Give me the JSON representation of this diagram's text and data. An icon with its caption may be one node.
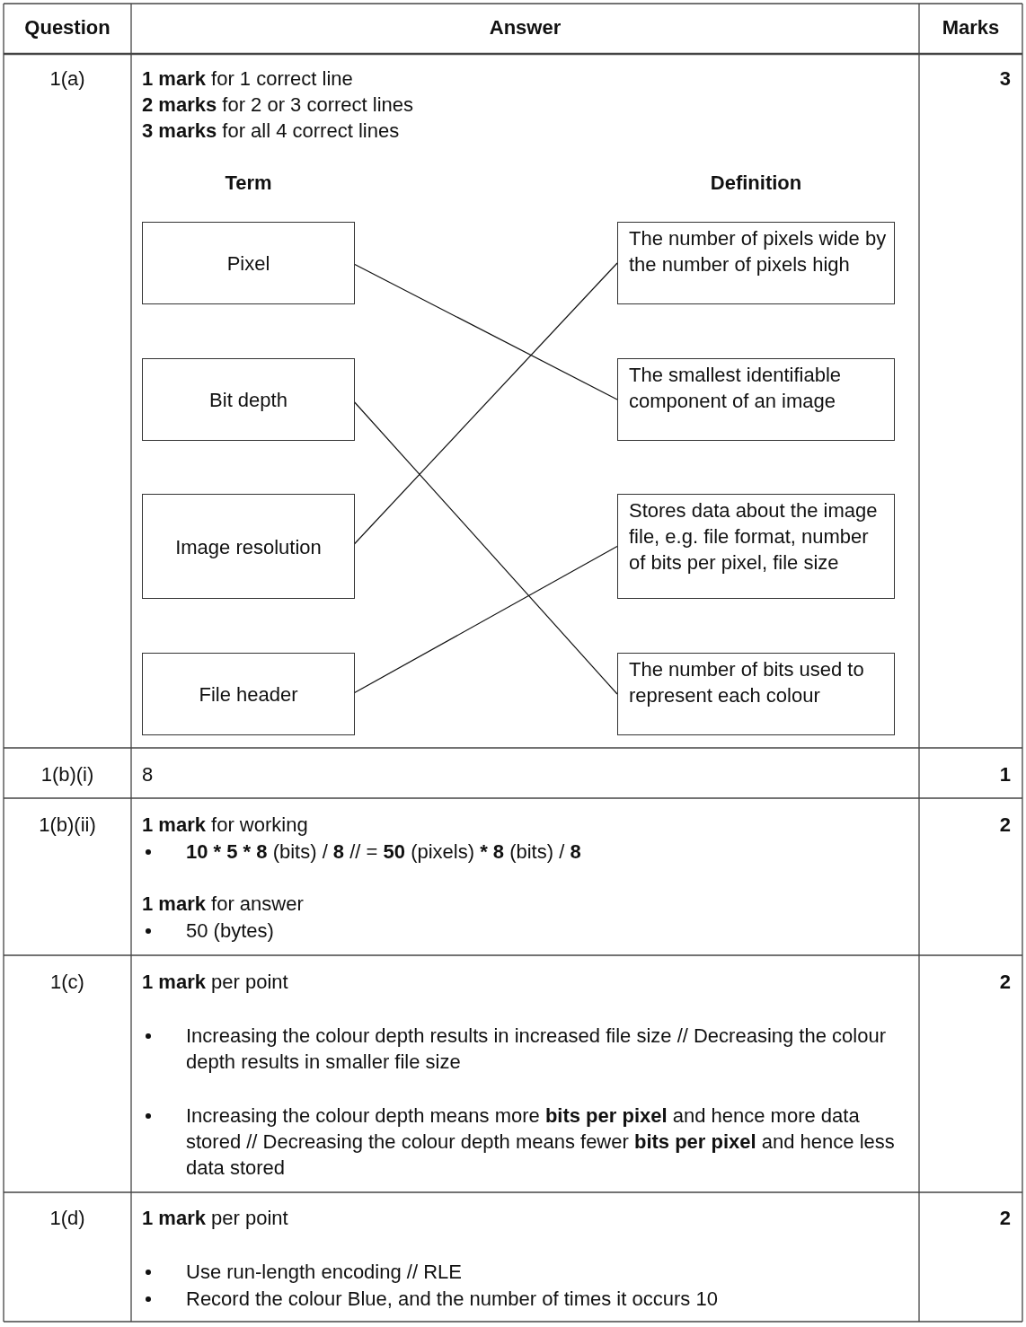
{
  "diagram": {
    "nodes": [
      {
        "text": [
          "Pixel"
        ]
      },
      {
        "text": [
          "The number of pixels wide by the number of pixels high"
        ]
      },
      {
        "text": [
          "Bit depth"
        ]
      },
      {
        "text": [
          "The smallest identifiable component of an image"
        ]
      },
      {
        "text": [
          "Image resolution"
        ]
      },
      {
        "text": [
          "Stores data about the image file, e.g. file format, number of bits per pixel, file size"
        ]
      },
      {
        "text": [
          "File header"
        ]
      },
      {
        "text": [
          "The number of bits used to represent each colour"
        ]
      }
    ],
    "edges": [
      {
        "from": 0,
        "to": 3,
        "arrow": "none"
      },
      {
        "from": 2,
        "to": 7,
        "arrow": "none"
      },
      {
        "from": 4,
        "to": 1,
        "arrow": "none"
      },
      {
        "from": 6,
        "to": 5,
        "arrow": "none"
      }
    ],
    "labels": [
      "Question",
      "Answer",
      "Marks",
      "1(a)",
      "**1 mark** for 1 correct line",
      "**2 marks** for 2 or 3 correct lines",
      "**3 marks** for all 4 correct lines",
      "Term",
      "Definition",
      "3",
      "1(b)(i)",
      "8",
      "1",
      "1(b)(ii)",
      "**1 mark** for working",
      "**10 * 5 * 8** (bits) / **8**  //  = **50** (pixels) *** 8** (bits) / **8**",
      "**1 mark** for answer",
      "50 (bytes)",
      "2",
      "1(c)",
      "**1 mark** per point",
      "Increasing the colour depth results in  increased file size // Decreasing the colour depth results in smaller file size",
      "Increasing the colour depth means more **bits per pixel** and hence more data stored // Decreasing the colour depth means fewer **bits per pixel** and hence less data stored",
      "2",
      "1(d)",
      "**1 mark** per point",
      "Use run-length encoding // RLE",
      "Record the colour Blue, and the number of times it occurs 10",
      "2"
    ]
  }
}
